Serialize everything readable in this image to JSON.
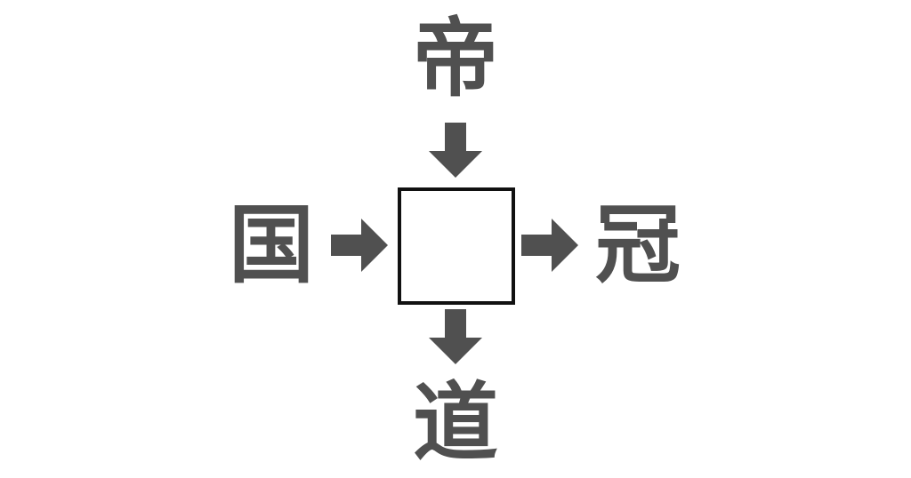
{
  "puzzle": {
    "top": "帝",
    "left": "国",
    "right": "冠",
    "bottom": "道",
    "answer": ""
  },
  "colors": {
    "glyph": "#505050",
    "box_border": "#111111",
    "background": "#ffffff"
  },
  "icons": {
    "arrow_down": "arrow-down-icon",
    "arrow_right": "arrow-right-icon"
  }
}
